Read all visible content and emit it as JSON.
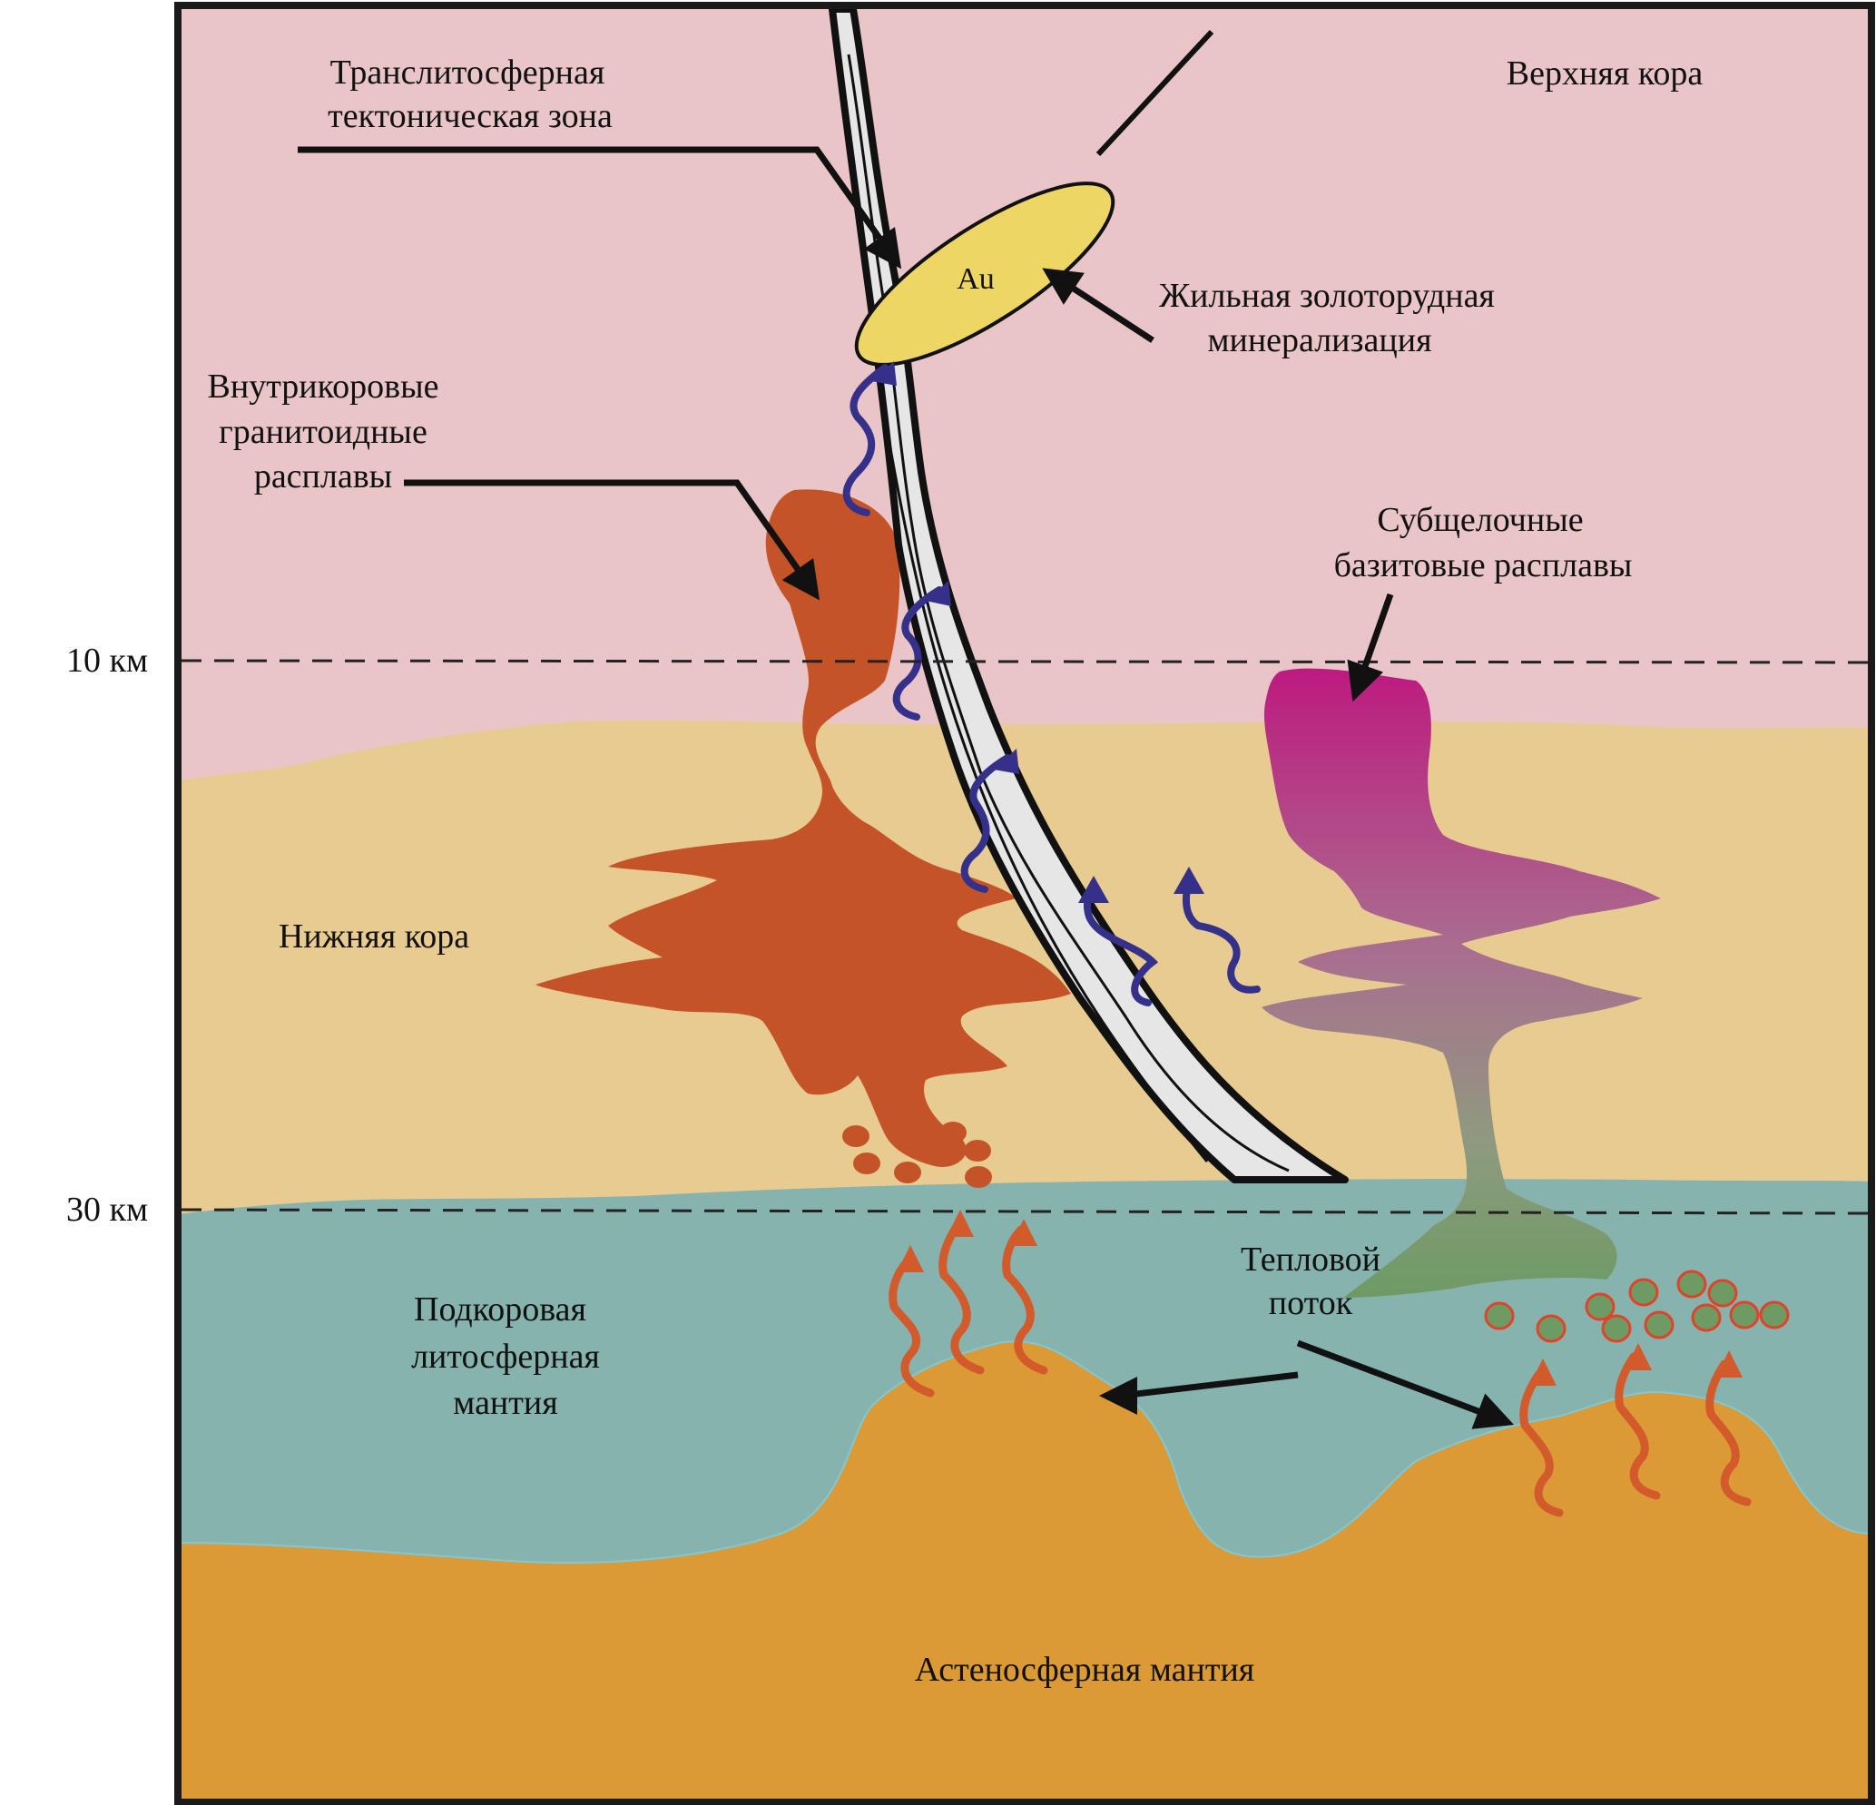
{
  "figure": {
    "depth_markers": [
      {
        "label": "10 км",
        "depth_km": 10
      },
      {
        "label": "30 км",
        "depth_km": 30
      }
    ],
    "layers": {
      "upper_crust": {
        "label": "Верхняя кора",
        "color": "#E9C5C8"
      },
      "lower_crust": {
        "label": "Нижняя кора",
        "color": "#E8CB91"
      },
      "subcrustal_mantle": {
        "label_lines": [
          "Подкоровая",
          "литосферная",
          "мантия"
        ],
        "color": "#86B3AD"
      },
      "asthenosphere": {
        "label": "Астеносферная мантия",
        "color": "#DB9A35"
      }
    },
    "features": {
      "tectonic_zone": {
        "label_lines": [
          "Транслитосферная",
          "тектоническая зона"
        ],
        "fill": "#E6E6E6",
        "outline": "#111111"
      },
      "gold_vein": {
        "label_lines": [
          "Жильная золоторудная",
          "минерализация"
        ],
        "symbol": "Au",
        "color": "#EDD663"
      },
      "granitoid_melts": {
        "label_lines": [
          "Внутрикоровые",
          "гранитоидные",
          "расплавы"
        ],
        "color": "#C45428"
      },
      "basite_melts": {
        "label_lines": [
          "Субщелочные",
          "базитовые расплавы"
        ],
        "color_top": "#BD1A7F",
        "color_bottom": "#6E9A64"
      },
      "heat_flow": {
        "label_lines": [
          "Тепловой",
          "поток"
        ],
        "arrow_color": "#D35A2A"
      },
      "fluid_arrows": {
        "color": "#35318A"
      }
    }
  }
}
